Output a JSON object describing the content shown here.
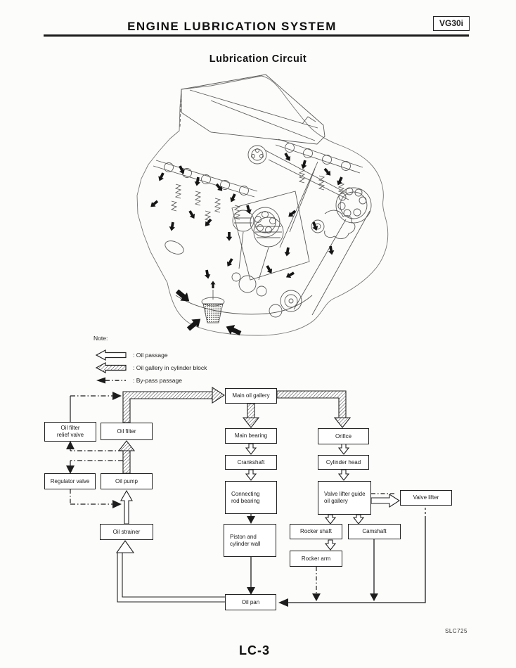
{
  "header": {
    "title": "ENGINE LUBRICATION SYSTEM",
    "badge": "VG30i"
  },
  "section_title": "Lubrication Circuit",
  "note_label": "Note:",
  "legend": [
    {
      "icon": "oil-passage-arrow",
      "label": ": Oil passage"
    },
    {
      "icon": "oil-gallery-arrow",
      "label": ": Oil gallery in cylinder block"
    },
    {
      "icon": "bypass-arrow",
      "label": ": By-pass passage"
    }
  ],
  "flowchart": {
    "nodes": [
      {
        "id": "main-oil-gallery",
        "label": "Main oil gallery"
      },
      {
        "id": "oil-filter-relief-valve",
        "label": "Oil filter\nrelief valve"
      },
      {
        "id": "oil-filter",
        "label": "Oil filter"
      },
      {
        "id": "main-bearing",
        "label": "Main bearing"
      },
      {
        "id": "orifice",
        "label": "Orifice"
      },
      {
        "id": "crankshaft",
        "label": "Crankshaft"
      },
      {
        "id": "cylinder-head",
        "label": "Cylinder head"
      },
      {
        "id": "regulator-valve",
        "label": "Regulator valve"
      },
      {
        "id": "oil-pump",
        "label": "Oil pump"
      },
      {
        "id": "connecting-rod-bearing",
        "label": "Connecting\nrod bearing"
      },
      {
        "id": "valve-lifter-guide",
        "label": "Valve lifter guide\noil gallery"
      },
      {
        "id": "valve-lifter",
        "label": "Valve lifter"
      },
      {
        "id": "oil-strainer",
        "label": "Oil strainer"
      },
      {
        "id": "rocker-shaft",
        "label": "Rocker shaft"
      },
      {
        "id": "camshaft",
        "label": "Camshaft"
      },
      {
        "id": "rocker-arm",
        "label": "Rocker arm"
      },
      {
        "id": "piston-cylinder-wall",
        "label": "Piston and\ncylinder wall"
      },
      {
        "id": "oil-pan",
        "label": "Oil pan"
      }
    ]
  },
  "footer": {
    "figure_code": "SLC725",
    "page_number": "LC-3"
  },
  "colors": {
    "ink": "#1c1c1c",
    "paper": "#fcfcfa"
  }
}
